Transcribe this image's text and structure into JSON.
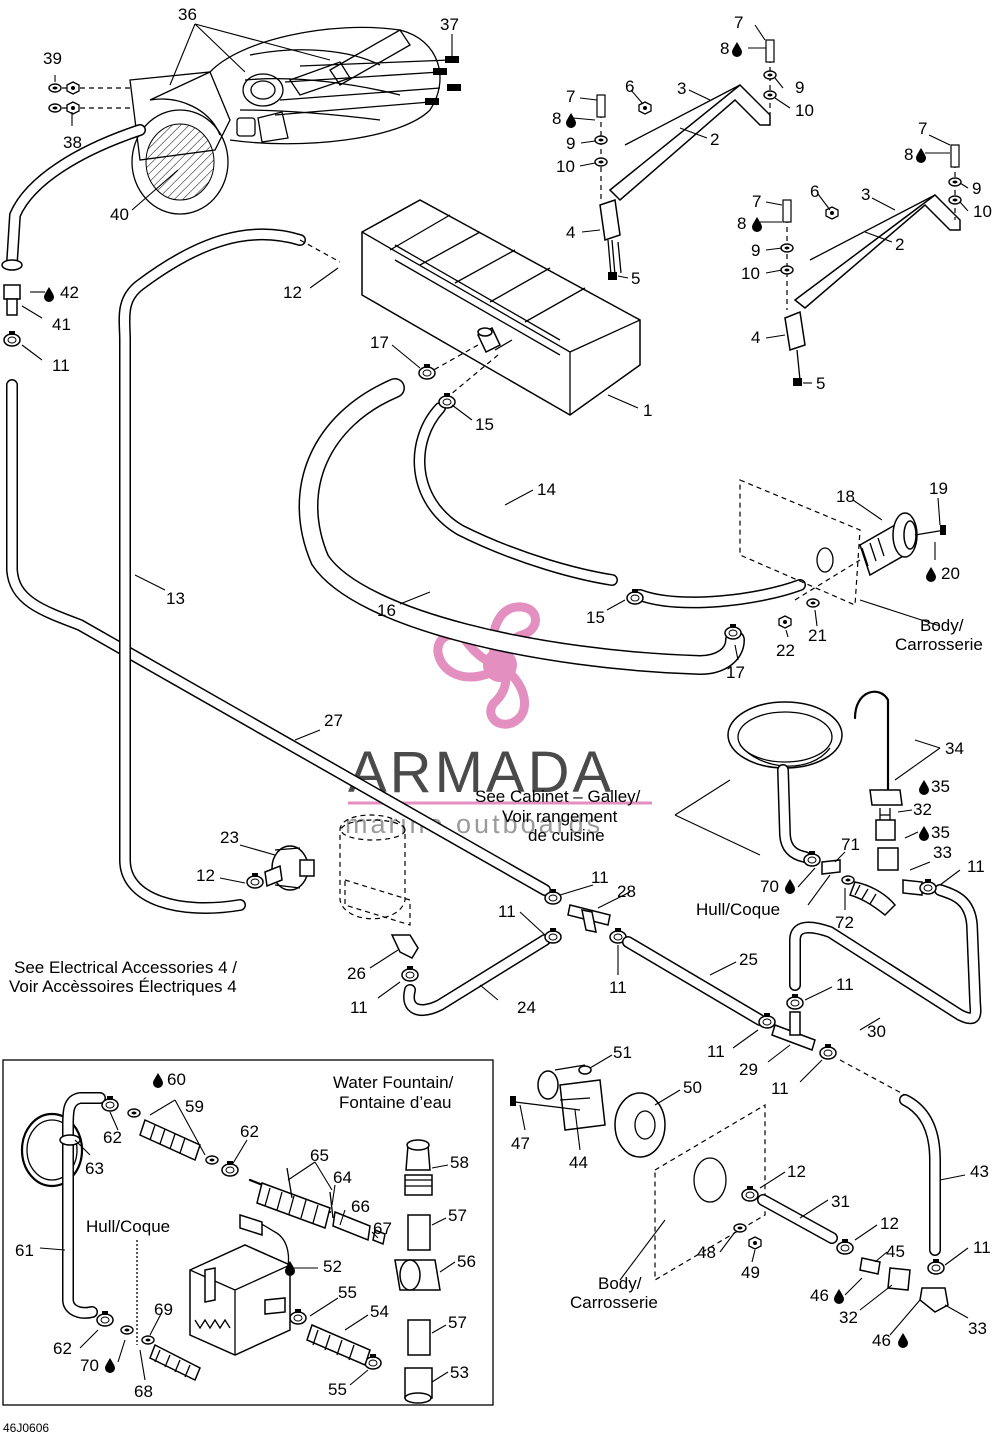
{
  "drawing_code": "46J0606",
  "watermark": {
    "brand": "ARMADA",
    "tagline": "marine outboards",
    "color": "#e38fc0"
  },
  "notes": {
    "see_cabinet": [
      "See Cabinet – Galley/",
      "Voir rangement",
      "de cuisine"
    ],
    "see_electrical": [
      "See Electrical Accessories 4 /",
      "Voir Accèssoires Électriques 4"
    ],
    "body_right": [
      "Body/",
      "Carrosserie"
    ],
    "body_bottom": [
      "Body/",
      "Carrosserie"
    ],
    "hull_coque_sink": "Hull/Coque",
    "hull_coque_inset": "Hull/Coque",
    "inset_title": [
      "Water Fountain/",
      "Fontaine d’eau"
    ]
  },
  "callouts": [
    {
      "id": "c36",
      "text": "36"
    },
    {
      "id": "c37",
      "text": "37"
    },
    {
      "id": "c39",
      "text": "39"
    },
    {
      "id": "c38",
      "text": "38"
    },
    {
      "id": "c40",
      "text": "40"
    },
    {
      "id": "c42",
      "text": "42"
    },
    {
      "id": "c41",
      "text": "41"
    },
    {
      "id": "c11a",
      "text": "11"
    },
    {
      "id": "c12a",
      "text": "12"
    },
    {
      "id": "c7a",
      "text": "7"
    },
    {
      "id": "c8a",
      "text": "8"
    },
    {
      "id": "c9a",
      "text": "9"
    },
    {
      "id": "c10a",
      "text": "10"
    },
    {
      "id": "c3a",
      "text": "3"
    },
    {
      "id": "c7b",
      "text": "7"
    },
    {
      "id": "c8b",
      "text": "8"
    },
    {
      "id": "c6a",
      "text": "6"
    },
    {
      "id": "c2a",
      "text": "2"
    },
    {
      "id": "c9b",
      "text": "9"
    },
    {
      "id": "c10b",
      "text": "10"
    },
    {
      "id": "c4a",
      "text": "4"
    },
    {
      "id": "c5a",
      "text": "5"
    },
    {
      "id": "c7c",
      "text": "7"
    },
    {
      "id": "c8c",
      "text": "8"
    },
    {
      "id": "c9c",
      "text": "9"
    },
    {
      "id": "c10c",
      "text": "10"
    },
    {
      "id": "c3b",
      "text": "3"
    },
    {
      "id": "c7d",
      "text": "7"
    },
    {
      "id": "c8d",
      "text": "8"
    },
    {
      "id": "c6b",
      "text": "6"
    },
    {
      "id": "c2b",
      "text": "2"
    },
    {
      "id": "c9d",
      "text": "9"
    },
    {
      "id": "c10d",
      "text": "10"
    },
    {
      "id": "c4b",
      "text": "4"
    },
    {
      "id": "c5b",
      "text": "5"
    },
    {
      "id": "c17a",
      "text": "17"
    },
    {
      "id": "c15a",
      "text": "15"
    },
    {
      "id": "c1",
      "text": "1"
    },
    {
      "id": "c14",
      "text": "14"
    },
    {
      "id": "c18",
      "text": "18"
    },
    {
      "id": "c19",
      "text": "19"
    },
    {
      "id": "c20",
      "text": "20"
    },
    {
      "id": "c13",
      "text": "13"
    },
    {
      "id": "c16",
      "text": "16"
    },
    {
      "id": "c15b",
      "text": "15"
    },
    {
      "id": "c22",
      "text": "22"
    },
    {
      "id": "c21",
      "text": "21"
    },
    {
      "id": "c17b",
      "text": "17"
    },
    {
      "id": "c27",
      "text": "27"
    },
    {
      "id": "c34",
      "text": "34"
    },
    {
      "id": "c35a",
      "text": "35"
    },
    {
      "id": "c32a",
      "text": "32"
    },
    {
      "id": "c35b",
      "text": "35"
    },
    {
      "id": "c33a",
      "text": "33"
    },
    {
      "id": "c11b",
      "text": "11"
    },
    {
      "id": "c71",
      "text": "71"
    },
    {
      "id": "c70a",
      "text": "70"
    },
    {
      "id": "c72",
      "text": "72"
    },
    {
      "id": "c23",
      "text": "23"
    },
    {
      "id": "c12b",
      "text": "12"
    },
    {
      "id": "c11c",
      "text": "11"
    },
    {
      "id": "c28",
      "text": "28"
    },
    {
      "id": "c11d",
      "text": "11"
    },
    {
      "id": "c26",
      "text": "26"
    },
    {
      "id": "c11e",
      "text": "11"
    },
    {
      "id": "c24",
      "text": "24"
    },
    {
      "id": "c11f",
      "text": "11"
    },
    {
      "id": "c25",
      "text": "25"
    },
    {
      "id": "c11g",
      "text": "11"
    },
    {
      "id": "c30",
      "text": "30"
    },
    {
      "id": "c11h",
      "text": "11"
    },
    {
      "id": "c29",
      "text": "29"
    },
    {
      "id": "c11i",
      "text": "11"
    },
    {
      "id": "c51",
      "text": "51"
    },
    {
      "id": "c50",
      "text": "50"
    },
    {
      "id": "c47",
      "text": "47"
    },
    {
      "id": "c44",
      "text": "44"
    },
    {
      "id": "c12c",
      "text": "12"
    },
    {
      "id": "c31",
      "text": "31"
    },
    {
      "id": "c43",
      "text": "43"
    },
    {
      "id": "c12d",
      "text": "12"
    },
    {
      "id": "c45",
      "text": "45"
    },
    {
      "id": "c11j",
      "text": "11"
    },
    {
      "id": "c48",
      "text": "48"
    },
    {
      "id": "c49",
      "text": "49"
    },
    {
      "id": "c46a",
      "text": "46"
    },
    {
      "id": "c32b",
      "text": "32"
    },
    {
      "id": "c33b",
      "text": "33"
    },
    {
      "id": "c46b",
      "text": "46"
    },
    {
      "id": "c60",
      "text": "60"
    },
    {
      "id": "c59",
      "text": "59"
    },
    {
      "id": "c62a",
      "text": "62"
    },
    {
      "id": "c62b",
      "text": "62"
    },
    {
      "id": "c63",
      "text": "63"
    },
    {
      "id": "c65",
      "text": "65"
    },
    {
      "id": "c64",
      "text": "64"
    },
    {
      "id": "c58",
      "text": "58"
    },
    {
      "id": "c66",
      "text": "66"
    },
    {
      "id": "c57a",
      "text": "57"
    },
    {
      "id": "c67",
      "text": "67"
    },
    {
      "id": "c61",
      "text": "61"
    },
    {
      "id": "c52",
      "text": "52"
    },
    {
      "id": "c56",
      "text": "56"
    },
    {
      "id": "c55a",
      "text": "55"
    },
    {
      "id": "c69",
      "text": "69"
    },
    {
      "id": "c54",
      "text": "54"
    },
    {
      "id": "c57b",
      "text": "57"
    },
    {
      "id": "c62c",
      "text": "62"
    },
    {
      "id": "c70b",
      "text": "70"
    },
    {
      "id": "c68",
      "text": "68"
    },
    {
      "id": "c55b",
      "text": "55"
    },
    {
      "id": "c53",
      "text": "53"
    }
  ]
}
